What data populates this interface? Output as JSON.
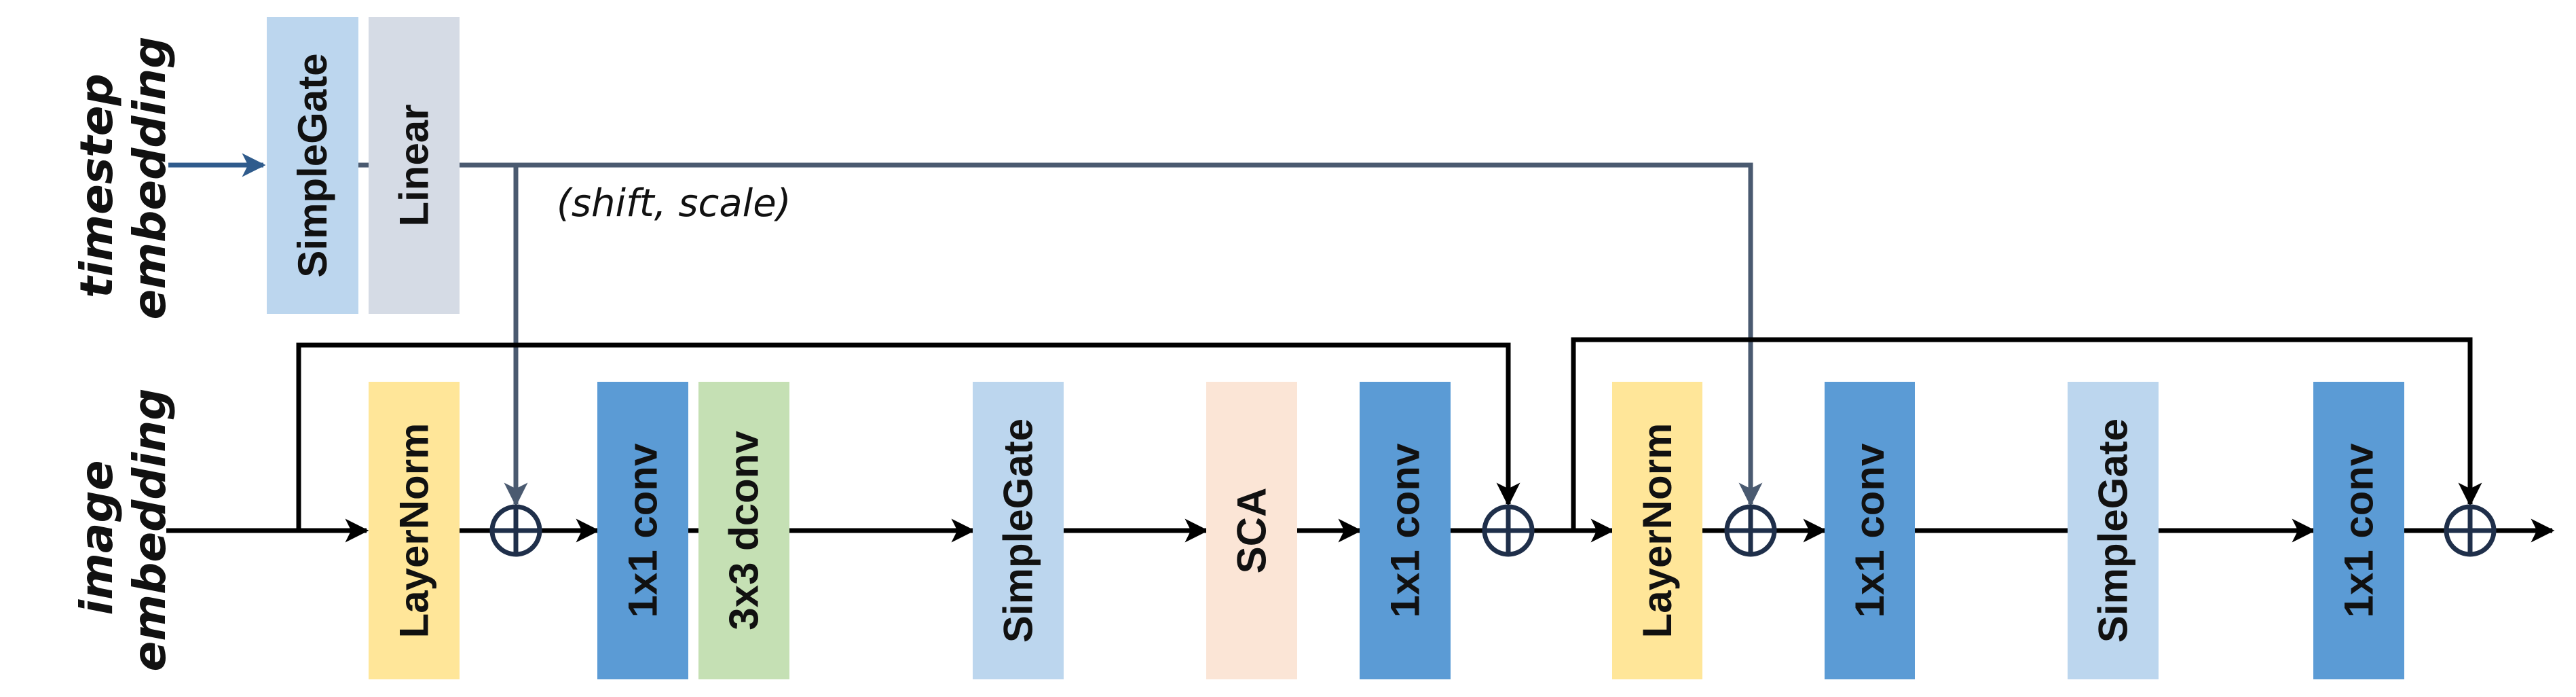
{
  "labels": {
    "timestep": [
      "timestep",
      "embedding"
    ],
    "image": [
      "image",
      "embedding"
    ],
    "shift_scale": "(shift, scale)"
  },
  "blocks": {
    "t_simplegate": "SimpleGate",
    "t_linear": "Linear",
    "layernorm_1": "LayerNorm",
    "conv1x1_1": "1x1 conv",
    "dconv3x3": "3x3 dconv",
    "simplegate_1": "SimpleGate",
    "sca": "SCA",
    "conv1x1_2": "1x1 conv",
    "layernorm_2": "LayerNorm",
    "conv1x1_3": "1x1 conv",
    "simplegate_2": "SimpleGate",
    "conv1x1_4": "1x1 conv"
  },
  "colors": {
    "simplegate": "#bcd6ee",
    "linear": "#d5dbe5",
    "layernorm": "#ffe699",
    "conv": "#5b9bd5",
    "dconv": "#c5e0b4",
    "sca": "#fbe5d6",
    "main_wire": "#000000",
    "side_wire": "#4a5a70",
    "input_wire": "#2f5b8c",
    "adder": "#1f2f4a"
  }
}
